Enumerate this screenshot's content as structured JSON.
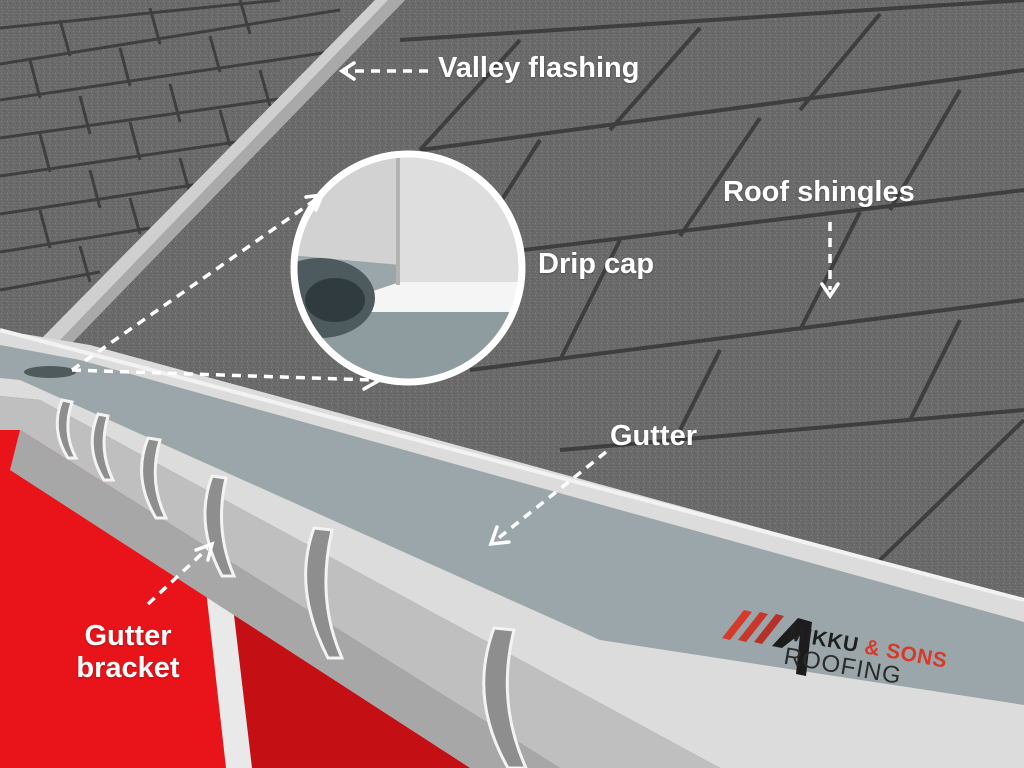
{
  "labels": {
    "valley_flashing": "Valley flashing",
    "roof_shingles": "Roof shingles",
    "drip_cap": "Drip cap",
    "gutter": "Gutter",
    "gutter_bracket_line1": "Gutter",
    "gutter_bracket_line2": "bracket"
  },
  "logo": {
    "name_part1": "MIKKU",
    "name_amp": "& SONS",
    "name_part2": "ROOFING"
  },
  "colors": {
    "shingle": "#6b6b6b",
    "shingle_dark": "#3f3f3f",
    "flashing": "#c9c9c9",
    "gutter_light": "#dcdcdc",
    "gutter_water": "#9aa6aa",
    "wall_red": "#e8141a",
    "label": "#ffffff",
    "logo_red": "#d63a2a"
  },
  "icons": [
    "dashed-arrow-icon",
    "logo-chevron-icon"
  ]
}
